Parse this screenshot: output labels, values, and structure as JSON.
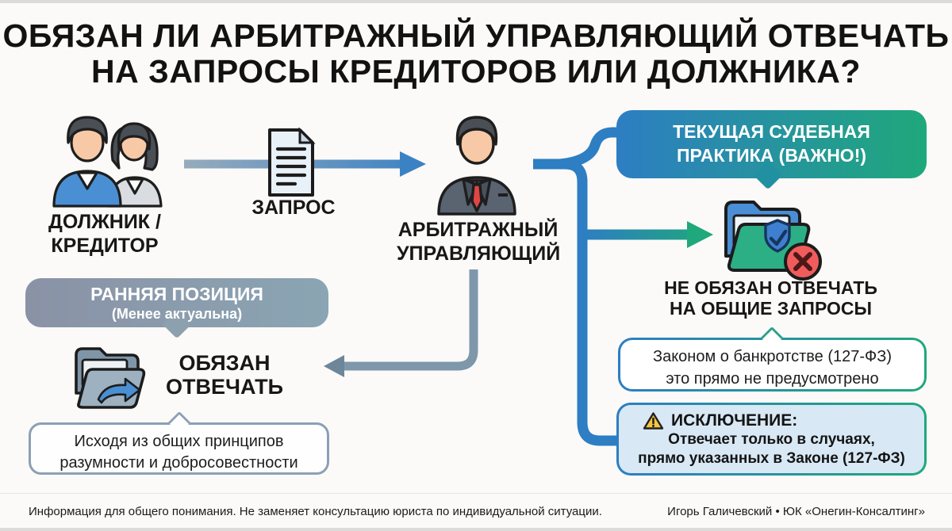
{
  "title": {
    "line1": "ОБЯЗАН ЛИ АРБИТРАЖНЫЙ УПРАВЛЯЮЩИЙ ОТВЕЧАТЬ",
    "line2": "НА ЗАПРОСЫ КРЕДИТОРОВ ИЛИ ДОЛЖНИКА?"
  },
  "actors": {
    "debtor_creditor": {
      "line1": "ДОЛЖНИК /",
      "line2": "КРЕДИТОР"
    },
    "request_label": "ЗАПРОС",
    "manager": {
      "line1": "АРБИТРАЖНЫЙ",
      "line2": "УПРАВЛЯЮЩИЙ"
    }
  },
  "current_practice": {
    "banner": {
      "line1": "ТЕКУЩАЯ СУДЕБНАЯ",
      "line2": "ПРАКТИКА (ВАЖНО!)"
    },
    "result": {
      "line1": "НЕ ОБЯЗАН ОТВЕЧАТЬ",
      "line2": "НА ОБЩИЕ ЗАПРОСЫ"
    },
    "law_note": {
      "line1": "Законом о банкротстве (127-ФЗ)",
      "line2": "это прямо не предусмотрено"
    },
    "exception": {
      "heading": "ИСКЛЮЧЕНИЕ:",
      "line1": "Отвечает только в случаях,",
      "line2": "прямо указанных в Законе (127-ФЗ)"
    }
  },
  "early_position": {
    "banner": {
      "line1": "РАННЯЯ ПОЗИЦИЯ",
      "line2": "(Менее актуальна)"
    },
    "result": {
      "line1": "ОБЯЗАН",
      "line2": "ОТВЕЧАТЬ"
    },
    "note": {
      "line1": "Исходя из общих принципов",
      "line2": "разумности и добросовестности"
    }
  },
  "footer": {
    "disclaimer": "Информация для общего понимания. Не заменяет консультацию юриста по индивидуальной ситуации.",
    "credit": "Игорь Галичевский • ЮК «Онегин-Консалтинг»"
  },
  "colors": {
    "accent-blue": "#2d7ec2",
    "accent-green": "#1fa87b",
    "gray-line": "#7e97aa",
    "banner-gray-1": "#8a92a6",
    "banner-gray-2": "#8aa5b3",
    "exception-bg": "#d8e8f4",
    "page-bg": "#fbfaf8",
    "ink": "#161616"
  }
}
